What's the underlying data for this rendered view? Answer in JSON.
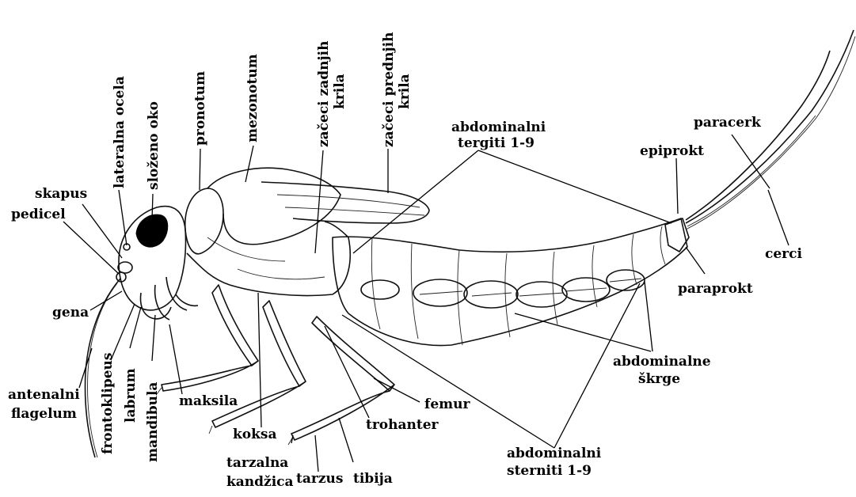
{
  "labels": {
    "lateralna_ocela": "lateralna ocela",
    "slozeno_oko": "složeno oko",
    "pronotum": "pronotum",
    "mezonotum": "mezonotum",
    "zaceci_zadnjih_1": "začeci zadnjih",
    "zaceci_zadnjih_2": "krila",
    "zaceci_prednjih_1": "začeci prednjih",
    "zaceci_prednjih_2": "krila",
    "abd_tergiti_1": "abdominalni",
    "abd_tergiti_2": "tergiti 1-9",
    "paracerk": "paracerk",
    "epiprokt": "epiprokt",
    "cerci": "cerci",
    "paraprokt": "paraprokt",
    "abd_skrge_1": "abdominalne",
    "abd_skrge_2": "škrge",
    "skapus": "skapus",
    "pedicel": "pedicel",
    "gena": "gena",
    "antenalni_flagelum_1": "antenalni",
    "antenalni_flagelum_2": "flagelum",
    "frontoklipeus": "frontoklipeus",
    "labrum": "labrum",
    "mandibula": "mandibula",
    "maksila": "maksila",
    "koksa": "koksa",
    "femur": "femur",
    "trohanter": "trohanter",
    "tarzalna_kandzica_1": "tarzalna",
    "tarzalna_kandzica_2": "kandžica",
    "tarzus": "tarzus",
    "tibija": "tibija",
    "abd_sterniti_1": "abdominalni",
    "abd_sterniti_2": "sterniti 1-9"
  }
}
